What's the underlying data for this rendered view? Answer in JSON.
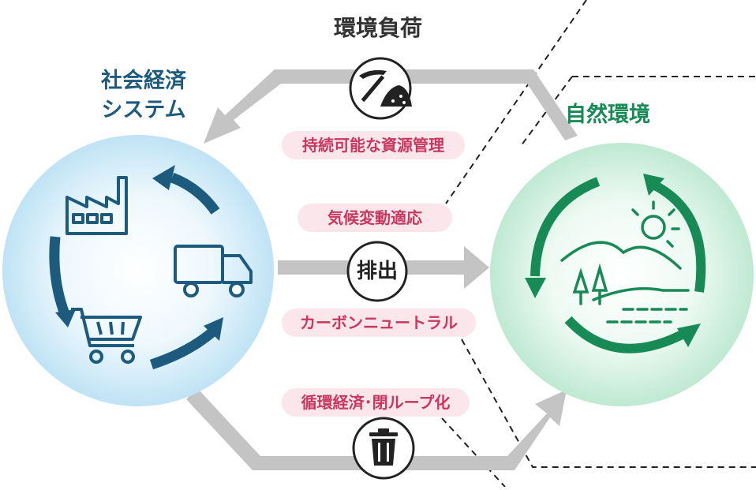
{
  "labels": {
    "environmental_load": "環境負荷",
    "socio_economic_line1": "社会経済",
    "socio_economic_line2": "システム",
    "natural_environment": "自然環境",
    "emission": "排出"
  },
  "pills": {
    "sustainable_resource_management": "持続可能な資源管理",
    "climate_adaptation": "気候変動適応",
    "carbon_neutral": "カーボンニュートラル",
    "circular_economy": "循環経済･閉ループ化"
  },
  "icons": {
    "resources": "pickaxe-ore-icon",
    "emission": "emission-circle-icon",
    "waste": "trash-can-icon",
    "factory": "factory-icon",
    "truck": "truck-icon",
    "cart": "shopping-cart-icon",
    "landscape": "landscape-icon"
  },
  "colors": {
    "socio_blue": "#1d5b7e",
    "nature_green": "#178a55",
    "pill_text": "#c8375e",
    "pill_bg": "#fbe6ec",
    "flow_gray": "#c4c4c4"
  }
}
